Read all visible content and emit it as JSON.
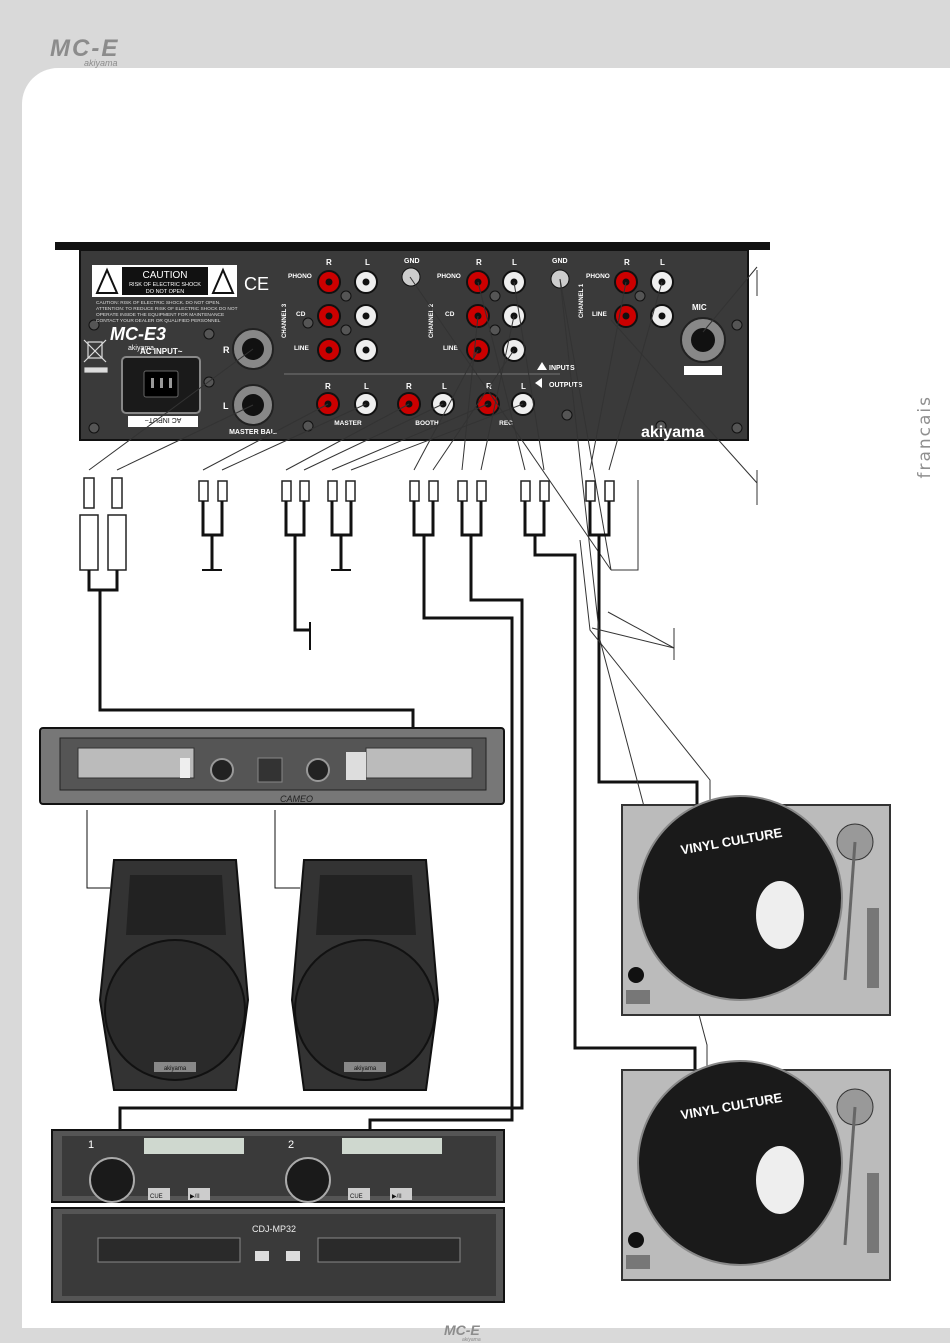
{
  "brand": {
    "logo_text": "MC-E",
    "sub_text": "akiyama"
  },
  "language_tab": "francais",
  "mixer": {
    "model_badge": "MC-E3",
    "brand": "akiyama",
    "caution": {
      "title": "CAUTION",
      "line1": "RISK OF ELECTRIC SHOCK",
      "line2": "DO NOT OPEN",
      "body1": "CAUTION: RISK OF ELECTRIC SHOCK. DO NOT OPEN.",
      "body2": "ATTENTION: TO REDUCE RISK OF ELECTRIC SHOCK DO NOT",
      "body3": "OPERATE INSIDE THE EQUIPMENT FOR MAINTENANCE",
      "body4": "CONTACT YOUR DEALER OR QUALIFIED PERSONNEL"
    },
    "ce_mark": "CE",
    "ac_input": "AC INPUT~",
    "ac_input_mirror": "AC INPUT~",
    "master_bal": "MASTER BAL.",
    "labels": {
      "R": "R",
      "L": "L",
      "gnd": "GND",
      "phono": "PHONO",
      "cd": "CD",
      "line": "LINE",
      "mic": "MIC",
      "master": "MASTER",
      "booth": "BOOTH",
      "rec": "REC",
      "inputs": "INPUTS",
      "outputs": "OUTPUTS",
      "channel3": "CHANNEL 3",
      "channel2": "CHANNEL 2",
      "channel1": "CHANNEL 1"
    }
  },
  "devices": {
    "amplifier_brand": "CAMEO",
    "cd_player_model": "CDJ-MP32",
    "cd_deck_number_1": "1",
    "cd_deck_number_2": "2",
    "cue_label": "CUE",
    "play_label": "▶/II",
    "turntable_label": "VINYL CULTURE",
    "speaker_badge": "akiyama"
  }
}
